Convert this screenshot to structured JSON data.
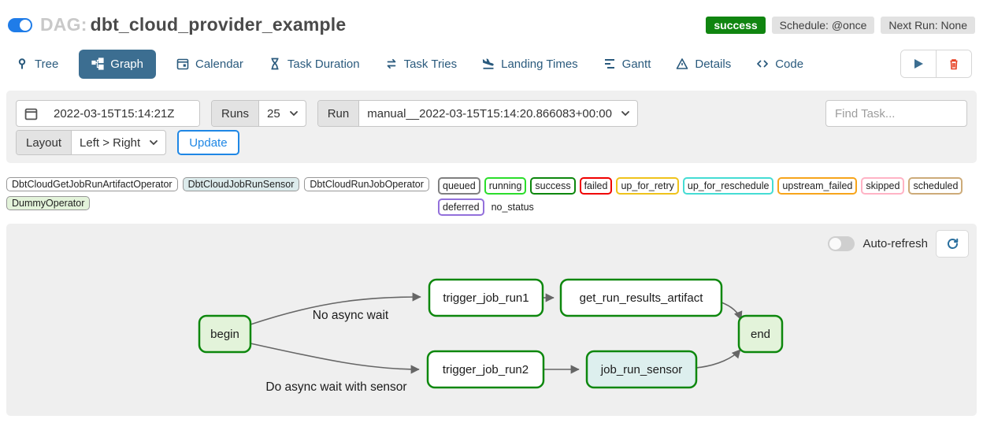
{
  "header": {
    "dag_prefix": "DAG:",
    "dag_name": "dbt_cloud_provider_example",
    "status_badge": "success",
    "schedule_badge": "Schedule: @once",
    "next_run_badge": "Next Run: None"
  },
  "tabs": [
    {
      "label": "Tree"
    },
    {
      "label": "Graph"
    },
    {
      "label": "Calendar"
    },
    {
      "label": "Task Duration"
    },
    {
      "label": "Task Tries"
    },
    {
      "label": "Landing Times"
    },
    {
      "label": "Gantt"
    },
    {
      "label": "Details"
    },
    {
      "label": "Code"
    }
  ],
  "filters": {
    "base_date_value": "2022-03-15T15:14:21Z",
    "runs_label": "Runs",
    "runs_value": "25",
    "run_label": "Run",
    "run_value": "manual__2022-03-15T15:14:20.866083+00:00",
    "find_task_placeholder": "Find Task...",
    "layout_label": "Layout",
    "layout_value": "Left > Right",
    "update_label": "Update"
  },
  "legend": {
    "operators": [
      {
        "label": "DbtCloudGetJobRunArtifactOperator",
        "fill": "#ffffff"
      },
      {
        "label": "DbtCloudJobRunSensor",
        "fill": "#dcebec"
      },
      {
        "label": "DbtCloudRunJobOperator",
        "fill": "#ffffff"
      },
      {
        "label": "DummyOperator",
        "fill": "#e3f3da"
      }
    ],
    "statuses": [
      {
        "label": "queued",
        "color": "#808080"
      },
      {
        "label": "running",
        "color": "#2bdd2b"
      },
      {
        "label": "success",
        "color": "#0d870d"
      },
      {
        "label": "failed",
        "color": "#f00000"
      },
      {
        "label": "up_for_retry",
        "color": "#efc31b"
      },
      {
        "label": "up_for_reschedule",
        "color": "#45dcd4"
      },
      {
        "label": "upstream_failed",
        "color": "#f7a51b"
      },
      {
        "label": "skipped",
        "color": "#ffb3c5"
      },
      {
        "label": "scheduled",
        "color": "#cdab79"
      },
      {
        "label": "deferred",
        "color": "#9370db"
      }
    ],
    "no_status_label": "no_status"
  },
  "graph": {
    "auto_refresh_label": "Auto-refresh",
    "edge_labels": [
      "No async wait",
      "Do async wait with sensor"
    ],
    "nodes": [
      {
        "id": "begin",
        "label": "begin",
        "fill": "#e3f3da",
        "border": "#0d870d"
      },
      {
        "id": "trigger_job_run1",
        "label": "trigger_job_run1",
        "fill": "#ffffff",
        "border": "#0d870d"
      },
      {
        "id": "get_run_results_artifact",
        "label": "get_run_results_artifact",
        "fill": "#ffffff",
        "border": "#0d870d"
      },
      {
        "id": "trigger_job_run2",
        "label": "trigger_job_run2",
        "fill": "#ffffff",
        "border": "#0d870d"
      },
      {
        "id": "job_run_sensor",
        "label": "job_run_sensor",
        "fill": "#ddefee",
        "border": "#0d870d"
      },
      {
        "id": "end",
        "label": "end",
        "fill": "#e3f3da",
        "border": "#0d870d"
      }
    ]
  }
}
